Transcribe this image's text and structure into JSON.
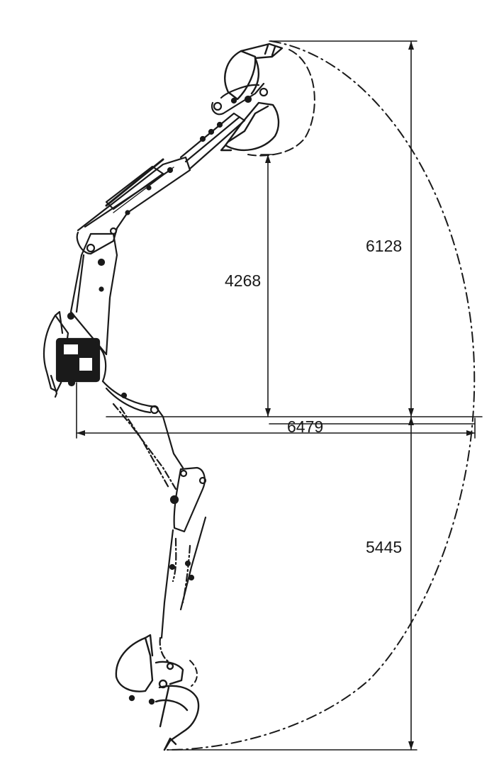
{
  "dimensions": {
    "max_reach_height": "6128",
    "max_dump_height": "4268",
    "max_reach_distance": "6479",
    "max_dig_depth": "5445"
  },
  "colors": {
    "line": "#1a1a1a",
    "background": "#ffffff"
  }
}
